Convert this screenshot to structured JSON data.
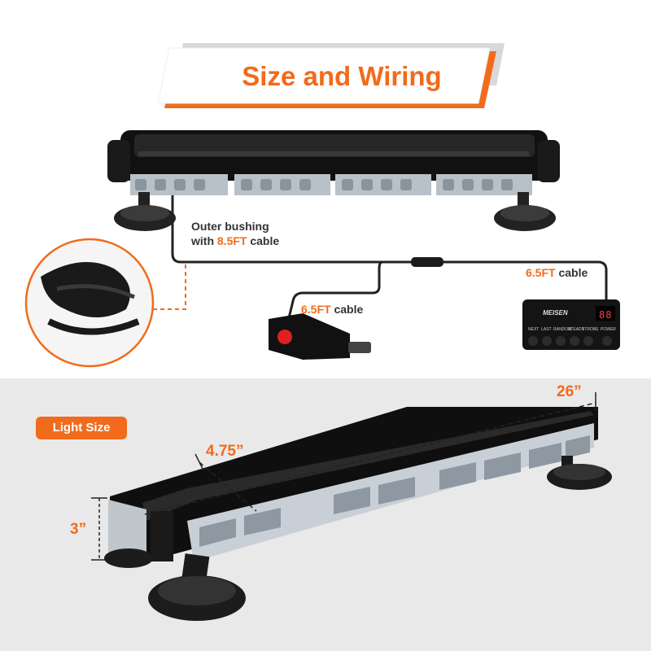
{
  "banner": {
    "title": "Size and Wiring"
  },
  "wiring": {
    "bushing_label_prefix": "Outer bushing",
    "bushing_label_with": "with",
    "bushing_cable_length": "8.5FT",
    "bushing_cable_word": "cable",
    "plug_cable_length": "6.5FT",
    "plug_cable_word": "cable",
    "controller_cable_length": "6.5FT",
    "controller_cable_word": "cable"
  },
  "controller": {
    "brand": "MEISEN",
    "display": "88",
    "buttons": [
      "NEXT",
      "LAST",
      "RANDOM",
      "STEADY",
      "STROBE",
      "POWER"
    ]
  },
  "size": {
    "badge": "Light Size",
    "length": "26”",
    "width": "4.75”",
    "height": "3”"
  },
  "colors": {
    "accent": "#f26a1b",
    "bar_body": "#1b1b1b",
    "led": "#cfd6dc"
  }
}
